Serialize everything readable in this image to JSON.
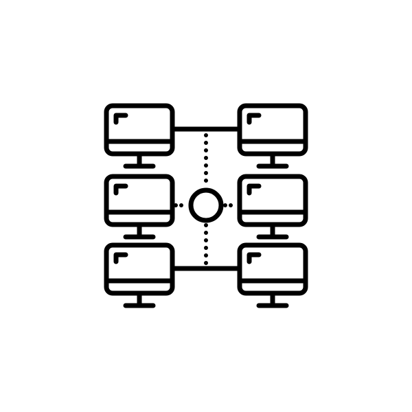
{
  "icon": {
    "name": "computer-network-icon",
    "stroke_color": "#000000",
    "background_color": "#ffffff",
    "computers": [
      {
        "name": "computer-top-left"
      },
      {
        "name": "computer-top-right"
      },
      {
        "name": "computer-middle-left"
      },
      {
        "name": "computer-middle-right"
      },
      {
        "name": "computer-bottom-left"
      },
      {
        "name": "computer-bottom-right"
      }
    ],
    "hub": {
      "name": "network-hub-node"
    }
  }
}
